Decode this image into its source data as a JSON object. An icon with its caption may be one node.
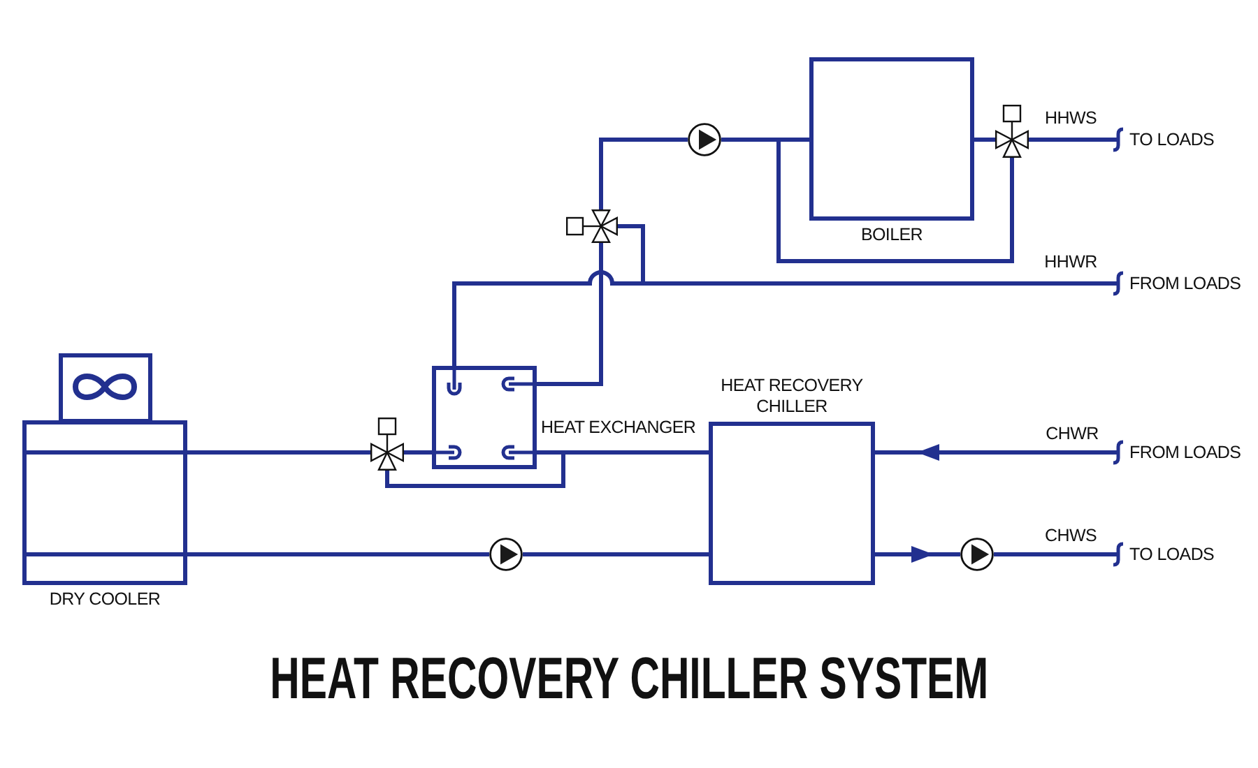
{
  "diagram": {
    "title": "HEAT RECOVERY CHILLER SYSTEM",
    "nodes": [
      {
        "text": [
          "BOILER"
        ]
      },
      {
        "text": [],
        "shape": "pump"
      },
      {
        "text": [],
        "shape": "valve"
      },
      {
        "text": [
          "TO LOADS"
        ]
      },
      {
        "text": [],
        "shape": "valve"
      },
      {
        "text": [
          "FROM LOADS"
        ]
      },
      {
        "text": [
          "HEAT EXCHANGER"
        ]
      },
      {
        "text": [
          "HEAT RECOVERY CHILLER"
        ]
      },
      {
        "text": [
          "DRY COOLER"
        ]
      },
      {
        "text": [],
        "shape": "valve"
      },
      {
        "text": [
          "FROM LOADS"
        ]
      },
      {
        "text": [],
        "shape": "pump"
      },
      {
        "text": [],
        "shape": "pump"
      },
      {
        "text": [
          "TO LOADS"
        ]
      }
    ],
    "edges": [
      {
        "from": 4,
        "to": 1,
        "arrow": "none"
      },
      {
        "from": 1,
        "to": 0,
        "arrow": "none"
      },
      {
        "from": 1,
        "to": 2,
        "arrow": "none"
      },
      {
        "from": 0,
        "to": 2,
        "arrow": "none"
      },
      {
        "from": 2,
        "to": 3,
        "arrow": "none",
        "label": "HHWS"
      },
      {
        "from": 5,
        "to": 6,
        "arrow": "none",
        "label": "HHWR"
      },
      {
        "from": 5,
        "to": 4,
        "arrow": "none"
      },
      {
        "from": 4,
        "to": 6,
        "arrow": "none"
      },
      {
        "from": 8,
        "to": 9,
        "arrow": "none"
      },
      {
        "from": 9,
        "to": 6,
        "arrow": "none"
      },
      {
        "from": 9,
        "to": 7,
        "arrow": "none"
      },
      {
        "from": 6,
        "to": 7,
        "arrow": "none"
      },
      {
        "from": 10,
        "to": 7,
        "arrow": "to",
        "label": "CHWR"
      },
      {
        "from": 8,
        "to": 11,
        "arrow": "none"
      },
      {
        "from": 11,
        "to": 7,
        "arrow": "none"
      },
      {
        "from": 7,
        "to": 12,
        "arrow": "to"
      },
      {
        "from": 12,
        "to": 13,
        "arrow": "none",
        "label": "CHWS"
      }
    ]
  }
}
